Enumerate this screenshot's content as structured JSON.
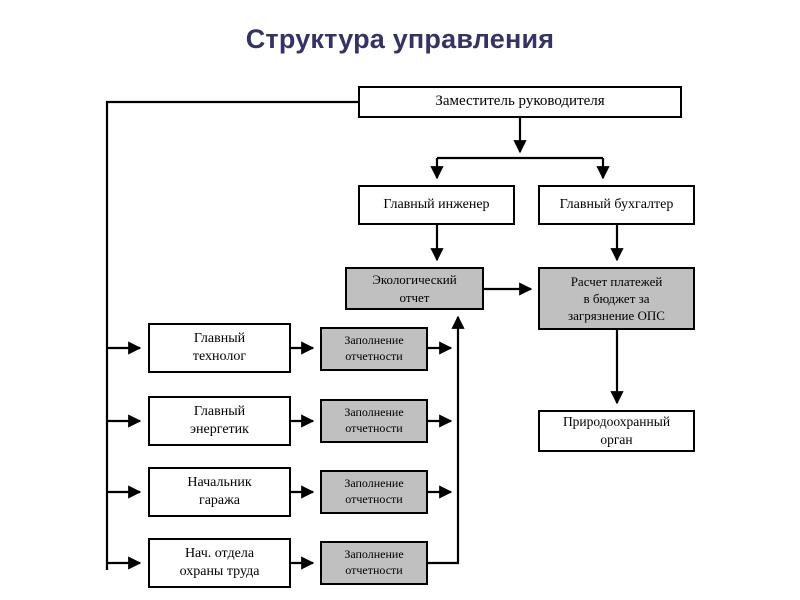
{
  "title": "Структура управления",
  "theme": {
    "title_color": "#333366",
    "box_fill_white": "#ffffff",
    "box_fill_gray": "#c0c0c0",
    "line_color": "#000000",
    "background": "#ffffff"
  },
  "nodes": {
    "deputy": "Заместитель руководителя",
    "chief_engineer": "Главный инженер",
    "chief_accountant": "Главный бухгалтер",
    "eco_report": "Экологический\nотчет",
    "payments": "Расчет платежей\nв бюджет за\nзагрязнение ОПС",
    "authority": "Природоохранный\nорган",
    "chief_technologist": "Главный\nтехнолог",
    "chief_power_engineer": "Главный\nэнергетик",
    "garage_head": "Начальник\nгаража",
    "labor_safety_head": "Нач. отдела\nохраны труда",
    "fill_report_1": "Заполнение\nотчетности",
    "fill_report_2": "Заполнение\nотчетности",
    "fill_report_3": "Заполнение\nотчетности",
    "fill_report_4": "Заполнение\nотчетности"
  },
  "connections": [
    {
      "from": "deputy",
      "to": "chief_engineer"
    },
    {
      "from": "deputy",
      "to": "chief_accountant"
    },
    {
      "from": "deputy",
      "to": "chief_technologist"
    },
    {
      "from": "deputy",
      "to": "chief_power_engineer"
    },
    {
      "from": "deputy",
      "to": "garage_head"
    },
    {
      "from": "deputy",
      "to": "labor_safety_head"
    },
    {
      "from": "chief_engineer",
      "to": "eco_report"
    },
    {
      "from": "chief_accountant",
      "to": "payments"
    },
    {
      "from": "eco_report",
      "to": "payments"
    },
    {
      "from": "payments",
      "to": "authority"
    },
    {
      "from": "chief_technologist",
      "to": "fill_report_1"
    },
    {
      "from": "chief_power_engineer",
      "to": "fill_report_2"
    },
    {
      "from": "garage_head",
      "to": "fill_report_3"
    },
    {
      "from": "labor_safety_head",
      "to": "fill_report_4"
    },
    {
      "from": "fill_report_1",
      "to": "eco_report"
    },
    {
      "from": "fill_report_2",
      "to": "eco_report"
    },
    {
      "from": "fill_report_3",
      "to": "eco_report"
    },
    {
      "from": "fill_report_4",
      "to": "eco_report"
    }
  ]
}
